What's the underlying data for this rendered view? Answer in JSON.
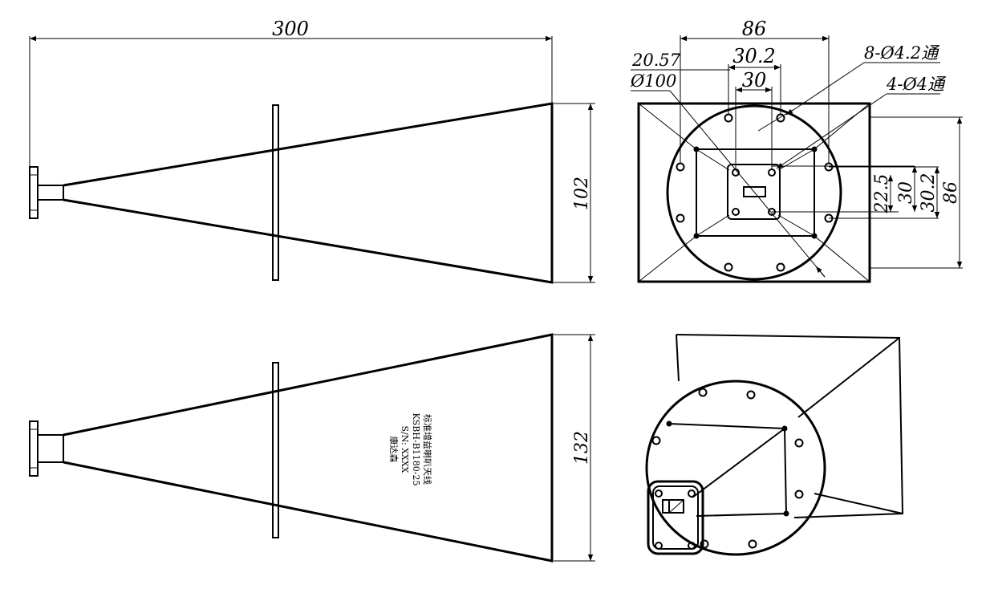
{
  "dims": {
    "total_length": "300",
    "aperture_height_side": "102",
    "aperture_height_top": "132",
    "flange_width": "86",
    "hole_spacing_a": "30.2",
    "hole_spacing_b": "30",
    "offset": "20.57",
    "circle_dia": "Ø100",
    "holes_8": "8-Ø4.2通",
    "holes_4": "4-Ø4通",
    "v_22_5": "22.5",
    "v_30": "30",
    "v_30_2": "30.2",
    "v_86": "86"
  },
  "nameplate": {
    "line1": "标准增益喇叭天线",
    "line2": "KSBH-B1180-25",
    "line3": "S/N: XXXX",
    "line4": "康达森"
  }
}
